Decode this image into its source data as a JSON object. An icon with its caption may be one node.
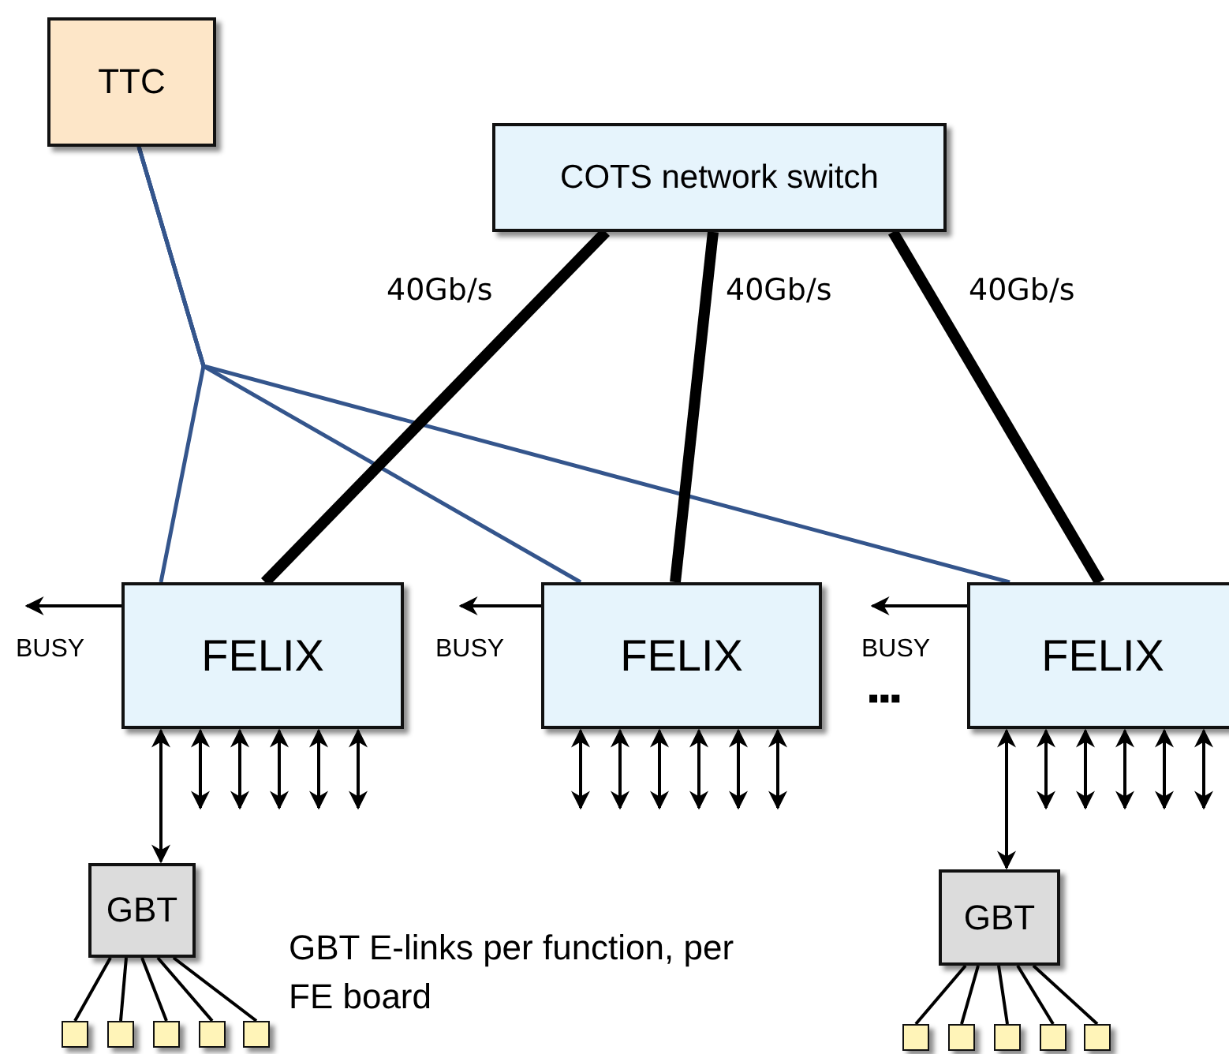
{
  "diagram": {
    "nodes": [
      {
        "text": [
          "TTC"
        ]
      },
      {
        "text": [
          "COTS network switch"
        ]
      },
      {
        "text": [
          "FELIX"
        ]
      },
      {
        "text": [
          "FELIX"
        ]
      },
      {
        "text": [
          "FELIX"
        ]
      },
      {
        "text": [
          "GBT"
        ]
      },
      {
        "text": [
          "GBT"
        ]
      },
      {
        "text": [],
        "shape": "box"
      },
      {
        "text": [],
        "shape": "box"
      },
      {
        "text": [],
        "shape": "box"
      },
      {
        "text": [],
        "shape": "box"
      },
      {
        "text": [],
        "shape": "box"
      },
      {
        "text": [],
        "shape": "box"
      },
      {
        "text": [],
        "shape": "box"
      },
      {
        "text": [],
        "shape": "box"
      },
      {
        "text": [],
        "shape": "box"
      },
      {
        "text": [],
        "shape": "box"
      }
    ],
    "edges": [
      {
        "from": 0,
        "to": 2,
        "arrow": "none",
        "color": "#34558c"
      },
      {
        "from": 0,
        "to": 3,
        "arrow": "none",
        "color": "#34558c"
      },
      {
        "from": 0,
        "to": 4,
        "arrow": "none",
        "color": "#34558c"
      },
      {
        "from": 1,
        "to": 2,
        "arrow": "none",
        "style": "thick",
        "label": "40Gb/s"
      },
      {
        "from": 1,
        "to": 3,
        "arrow": "none",
        "style": "thick",
        "label": "40Gb/s"
      },
      {
        "from": 1,
        "to": 4,
        "arrow": "none",
        "style": "thick",
        "label": "40Gb/s"
      },
      {
        "from": 2,
        "to": null,
        "arrow": "to",
        "label": "BUSY"
      },
      {
        "from": 3,
        "to": null,
        "arrow": "to",
        "label": "BUSY"
      },
      {
        "from": 4,
        "to": null,
        "arrow": "to",
        "label": "BUSY"
      },
      {
        "from": 2,
        "to": 5,
        "arrow": "both"
      },
      {
        "from": 2,
        "to": null,
        "arrow": "both"
      },
      {
        "from": 2,
        "to": null,
        "arrow": "both"
      },
      {
        "from": 2,
        "to": null,
        "arrow": "both"
      },
      {
        "from": 2,
        "to": null,
        "arrow": "both"
      },
      {
        "from": 2,
        "to": null,
        "arrow": "both"
      },
      {
        "from": 3,
        "to": null,
        "arrow": "both"
      },
      {
        "from": 3,
        "to": null,
        "arrow": "both"
      },
      {
        "from": 3,
        "to": null,
        "arrow": "both"
      },
      {
        "from": 3,
        "to": null,
        "arrow": "both"
      },
      {
        "from": 3,
        "to": null,
        "arrow": "both"
      },
      {
        "from": 3,
        "to": null,
        "arrow": "both"
      },
      {
        "from": 4,
        "to": 6,
        "arrow": "both"
      },
      {
        "from": 4,
        "to": null,
        "arrow": "both"
      },
      {
        "from": 4,
        "to": null,
        "arrow": "both"
      },
      {
        "from": 4,
        "to": null,
        "arrow": "both"
      },
      {
        "from": 4,
        "to": null,
        "arrow": "both"
      },
      {
        "from": 4,
        "to": null,
        "arrow": "both"
      },
      {
        "from": 5,
        "to": 7,
        "arrow": "none"
      },
      {
        "from": 5,
        "to": 8,
        "arrow": "none"
      },
      {
        "from": 5,
        "to": 9,
        "arrow": "none"
      },
      {
        "from": 5,
        "to": 10,
        "arrow": "none"
      },
      {
        "from": 5,
        "to": 11,
        "arrow": "none"
      },
      {
        "from": 6,
        "to": 12,
        "arrow": "none"
      },
      {
        "from": 6,
        "to": 13,
        "arrow": "none"
      },
      {
        "from": 6,
        "to": 14,
        "arrow": "none"
      },
      {
        "from": 6,
        "to": 15,
        "arrow": "none"
      },
      {
        "from": 6,
        "to": 16,
        "arrow": "none"
      }
    ],
    "labels": [
      "▪▪▪",
      "GBT E-links per function, per FE board"
    ]
  }
}
